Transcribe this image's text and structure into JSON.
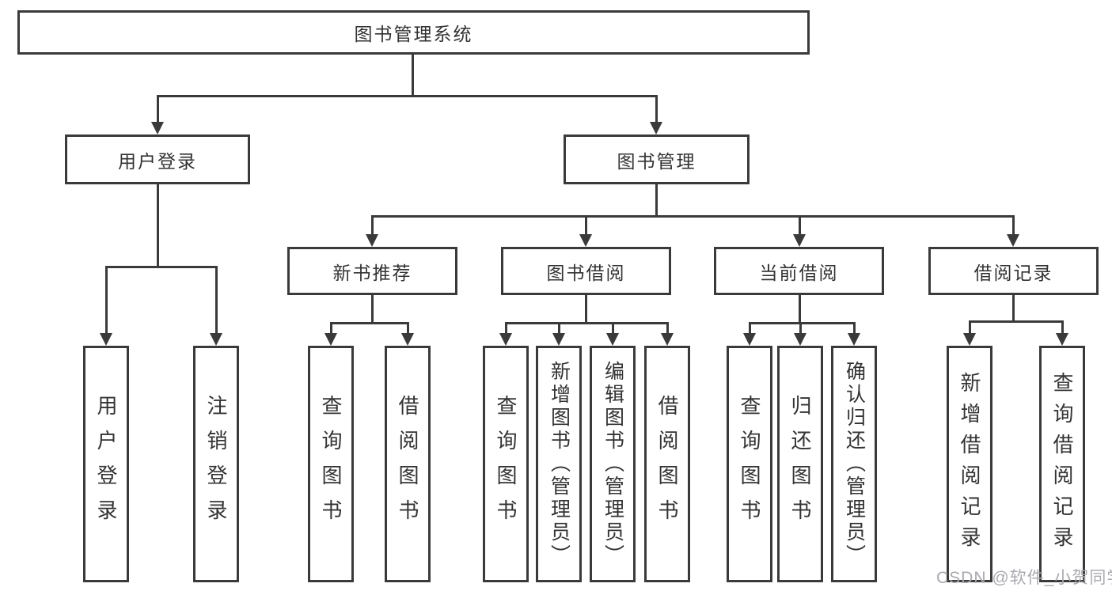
{
  "diagram_title": "图书管理系统",
  "nodes": {
    "root": {
      "label": "图书管理系统"
    },
    "level2": [
      {
        "label": "用户登录"
      },
      {
        "label": "图书管理"
      }
    ],
    "level3": [
      {
        "label": "新书推荐",
        "parent": "图书管理"
      },
      {
        "label": "图书借阅",
        "parent": "图书管理"
      },
      {
        "label": "当前借阅",
        "parent": "图书管理"
      },
      {
        "label": "借阅记录",
        "parent": "图书管理"
      }
    ],
    "leaves": [
      {
        "label": "用户登录",
        "parent": "用户登录"
      },
      {
        "label": "注销登录",
        "parent": "用户登录"
      },
      {
        "label": "查询图书",
        "parent": "新书推荐"
      },
      {
        "label": "借阅图书",
        "parent": "新书推荐"
      },
      {
        "label": "查询图书",
        "parent": "图书借阅"
      },
      {
        "label": "新增图书（管理员）",
        "parent": "图书借阅"
      },
      {
        "label": "编辑图书（管理员）",
        "parent": "图书借阅"
      },
      {
        "label": "借阅图书",
        "parent": "图书借阅"
      },
      {
        "label": "查询图书",
        "parent": "当前借阅"
      },
      {
        "label": "归还图书",
        "parent": "当前借阅"
      },
      {
        "label": "确认归还（管理员）",
        "parent": "当前借阅"
      },
      {
        "label": "新增借阅记录",
        "parent": "借阅记录"
      },
      {
        "label": "查询借阅记录",
        "parent": "借阅记录"
      }
    ]
  },
  "watermark": "CSDN @软件_小贺同学",
  "colors": {
    "line": "#3a3a3a",
    "box_border": "#3a3a3a",
    "box_fill": "#ffffff",
    "text": "#333333",
    "watermark": "#a9a9b0",
    "background": "#ffffff"
  }
}
